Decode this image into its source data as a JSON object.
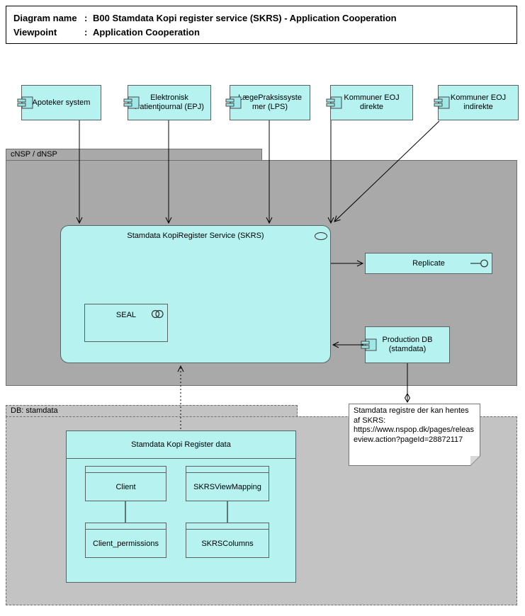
{
  "title": {
    "colon": ":",
    "rows": [
      {
        "label": "Diagram name",
        "value": "B00 Stamdata Kopi register service (SKRS) - Application Cooperation"
      },
      {
        "label": "Viewpoint",
        "value": "Application Cooperation"
      }
    ]
  },
  "components": [
    {
      "label": "Apoteker system"
    },
    {
      "label": "Elektronisk Patientjournal (EPJ)"
    },
    {
      "label": "LægePraksissystemer (LPS)"
    },
    {
      "label": "Kommuner EOJ direkte"
    },
    {
      "label": "Kommuner EOJ indirekte"
    }
  ],
  "groups": {
    "cnsp": {
      "label": "cNSP / dNSP"
    },
    "db": {
      "label": "DB: stamdata"
    }
  },
  "service": {
    "label": "Stamdata KopiRegister Service (SKRS)"
  },
  "seal": {
    "label": "SEAL"
  },
  "replicate": {
    "label": "Replicate"
  },
  "production_db": {
    "label": "Production DB (stamdata)"
  },
  "note": {
    "text": "Stamdata registre der kan hentes af SKRS: https://www.nspop.dk/pages/releaseview.action?pageId=28872117"
  },
  "data_container": {
    "label": "Stamdata Kopi Register data",
    "tables": [
      {
        "label": "Client"
      },
      {
        "label": "SKRSViewMapping"
      },
      {
        "label": "Client_permissions"
      },
      {
        "label": "SKRSColumns"
      }
    ]
  },
  "colors": {
    "element_fill": "#b6f2f0",
    "group_fill": "#a9a9a9",
    "db_group_fill": "#c3c3c3",
    "note_fill": "#ffffff",
    "connector": "#000000"
  }
}
